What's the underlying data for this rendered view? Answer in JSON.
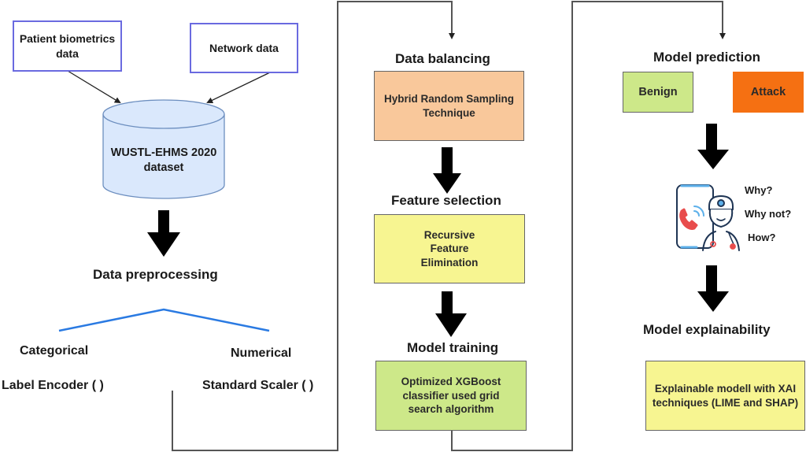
{
  "colors": {
    "source_border": "#6a6ae0",
    "dataset_fill": "#dae8fc",
    "dataset_border": "#6c8ebf",
    "balancing_fill": "#f9c89b",
    "feature_fill": "#f7f591",
    "training_fill": "#cde889",
    "benign_fill": "#cde889",
    "attack_fill": "#f57012",
    "xai_fill": "#f7f591",
    "split_line": "#2a7ae2",
    "connector": "#555555",
    "arrow": "#000000"
  },
  "sources": {
    "patient": "Patient biometrics data",
    "network": "Network data"
  },
  "dataset": {
    "line1": "WUSTL-EHMS 2020",
    "line2": "dataset"
  },
  "preprocessing": {
    "heading": "Data preprocessing",
    "categorical": "Categorical",
    "numerical": "Numerical",
    "categorical_method": "Label Encoder ( )",
    "numerical_method": "Standard Scaler ( )"
  },
  "balancing": {
    "heading": "Data balancing",
    "method": "Hybrid Random Sampling Technique"
  },
  "feature_selection": {
    "heading": "Feature selection",
    "method": "Recursive Feature Elimination"
  },
  "training": {
    "heading": "Model training",
    "method": "Optimized XGBoost classifier used grid search algorithm"
  },
  "prediction": {
    "heading": "Model prediction",
    "benign": "Benign",
    "attack": "Attack"
  },
  "questions": [
    "Why?",
    "Why not?",
    "How?"
  ],
  "explainability": {
    "heading": "Model explainability",
    "method": "Explainable modell with XAI techniques (LIME and SHAP)"
  }
}
